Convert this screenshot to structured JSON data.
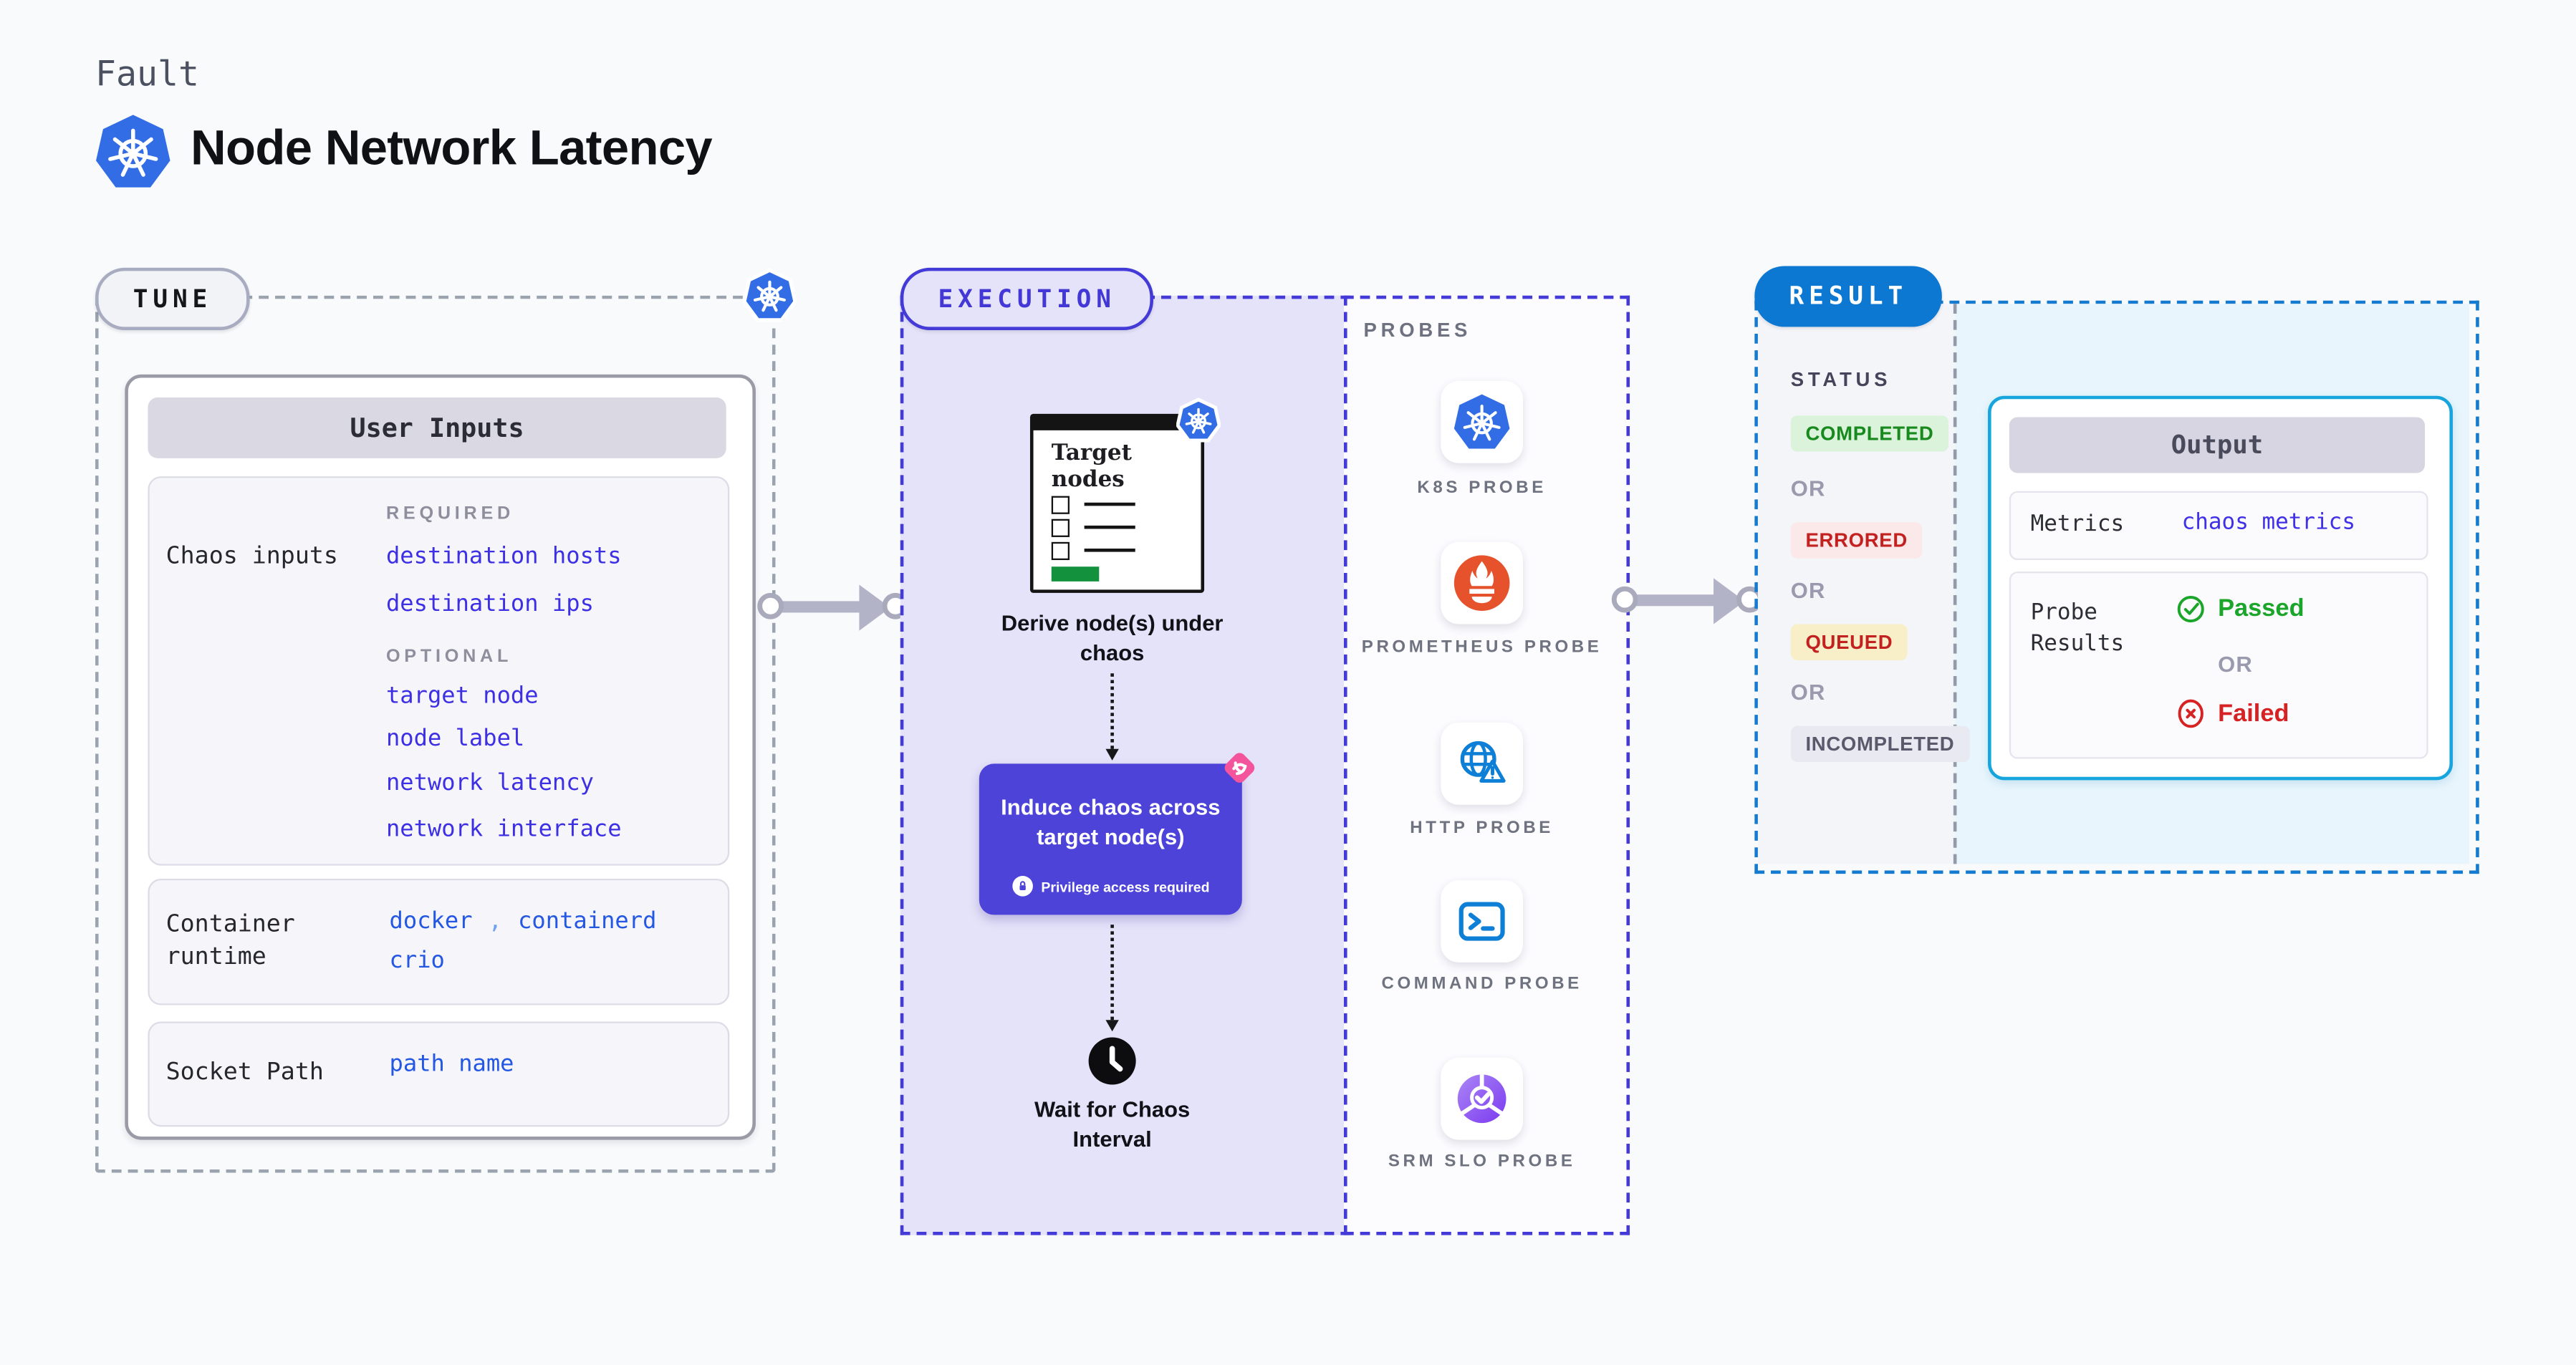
{
  "header": {
    "kicker": "Fault",
    "title": "Node Network Latency"
  },
  "tune": {
    "label": "TUNE",
    "card_title": "User Inputs",
    "chaos_inputs": {
      "label": "Chaos inputs",
      "required_label": "REQUIRED",
      "required": [
        "destination hosts",
        "destination ips"
      ],
      "optional_label": "OPTIONAL",
      "optional": [
        "target node",
        "node label",
        "network latency",
        "network interface"
      ]
    },
    "container_runtime": {
      "label": "Container runtime",
      "values": [
        "docker",
        "containerd",
        "crio"
      ],
      "separator": ","
    },
    "socket_path": {
      "label": "Socket Path",
      "value": "path name"
    }
  },
  "execution": {
    "label": "EXECUTION",
    "target_nodes_title": "Target nodes",
    "derive_caption": "Derive node(s) under chaos",
    "induce_caption": "Induce chaos across target node(s)",
    "privilege_note": "Privilege access required",
    "wait_caption": "Wait for Chaos Interval"
  },
  "probes": {
    "label": "PROBES",
    "items": [
      {
        "name": "K8S PROBE",
        "icon": "kubernetes-icon"
      },
      {
        "name": "PROMETHEUS PROBE",
        "icon": "prometheus-icon"
      },
      {
        "name": "HTTP PROBE",
        "icon": "http-globe-warning-icon"
      },
      {
        "name": "COMMAND PROBE",
        "icon": "terminal-icon"
      },
      {
        "name": "SRM SLO PROBE",
        "icon": "slo-donut-check-icon"
      }
    ]
  },
  "result": {
    "label": "RESULT",
    "status_label": "STATUS",
    "or_label": "OR",
    "statuses": [
      {
        "text": "COMPLETED",
        "bg": "#dbf3db",
        "color": "#17891d"
      },
      {
        "text": "ERRORED",
        "bg": "#fbe8e8",
        "color": "#c32020"
      },
      {
        "text": "QUEUED",
        "bg": "#f8efc8",
        "color": "#c32020"
      },
      {
        "text": "INCOMPLETED",
        "bg": "#e9e9f1",
        "color": "#5a5a6c"
      }
    ],
    "output": {
      "title": "Output",
      "metrics_label": "Metrics",
      "metrics_value": "chaos metrics",
      "probe_results_label": "Probe Results",
      "passed_label": "Passed",
      "failed_label": "Failed"
    }
  },
  "colors": {
    "page_bg": "#f9fafc",
    "accent_indigo": "#4338d6",
    "accent_blue_result": "#0d78d2",
    "output_border_cyan": "#16a5dc",
    "value_indigo": "#3d30e4",
    "value_blue": "#2357e4",
    "kubernetes_blue": "#326de6",
    "prometheus_orange": "#e6522c",
    "chaos_pink": "#f4549b",
    "passed_green": "#1ca52b",
    "failed_red": "#d62222",
    "green_bar": "#13913d"
  }
}
